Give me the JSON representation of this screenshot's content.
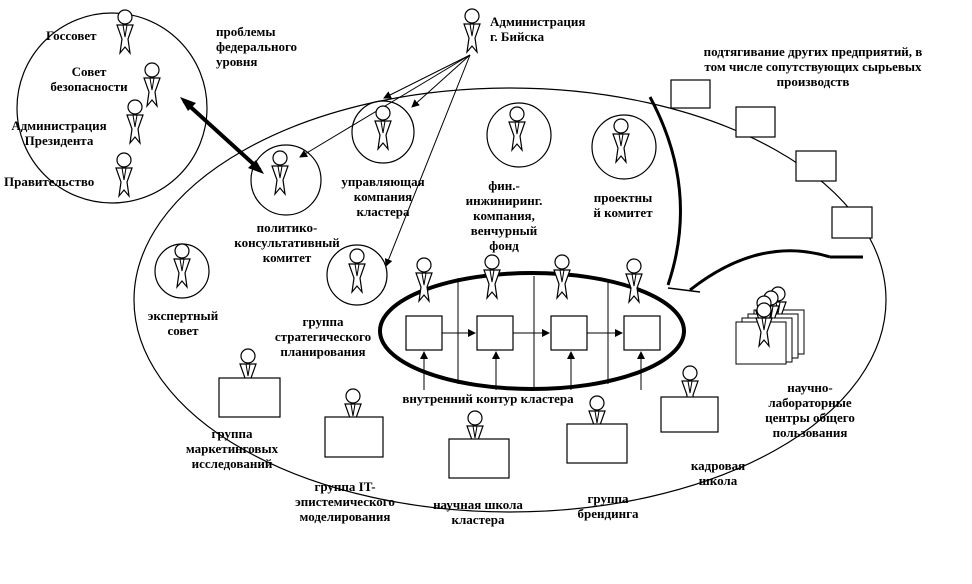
{
  "external": {
    "gossovet": "Госсовет",
    "sovbez": "Совет\nбезопасности",
    "admin_president": "Администрация\nПрезидента",
    "government": "Правительство",
    "federal_problems": "проблемы\nфедерального\nуровня",
    "admin_biysk": "Администрация\nг. Бийска",
    "other_enterprises": "подтягивание других предприятий, в\nтом числе сопутствующих сырьевых\nпроизводств"
  },
  "cluster": {
    "political_committee": "политико-\nконсультативный\nкомитет",
    "management_company": "управляющая\nкомпания\nкластера",
    "fin_engineering": "фин.-\nинжиниринг.\nкомпания,\nвенчурный\nфонд",
    "project_committee": "проектны\nй комитет",
    "expert_council": "экспертный\nсовет",
    "strategic_group": "группа\nстратегического\nпланирования",
    "inner_contour": "внутренний контур кластера",
    "marketing_group": "группа\nмаркетинговых\nисследований",
    "it_group": "группа IT-\nэпистемического\nмоделирования",
    "science_school": "научная школа\nкластера",
    "branding_group": "группа\nбрендинга",
    "hr_school": "кадровая\nшкола",
    "labs": "научно-\nлабораторные\nцентры общего\nпользования"
  }
}
